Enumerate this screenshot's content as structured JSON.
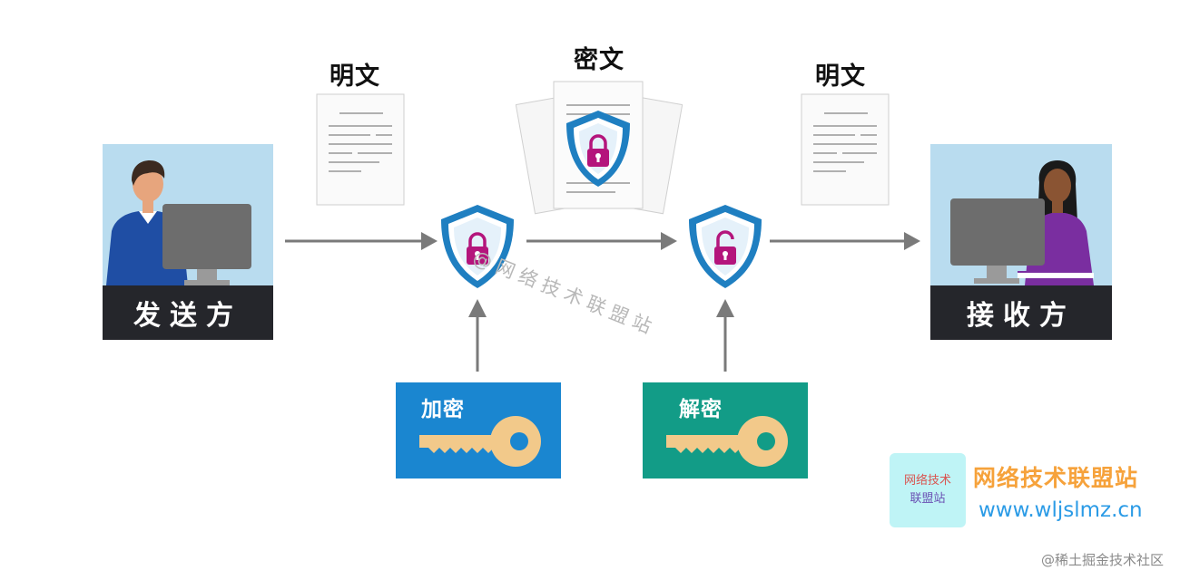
{
  "labels": {
    "plaintext_left": "明文",
    "ciphertext": "密文",
    "plaintext_right": "明文"
  },
  "sender": {
    "label": "发送方"
  },
  "receiver": {
    "label": "接收方"
  },
  "keys": {
    "encrypt": {
      "label": "加密",
      "color": "#1a86d0"
    },
    "decrypt": {
      "label": "解密",
      "color": "#129c87"
    }
  },
  "watermark": "@网络技术联盟站",
  "site": {
    "logo_lines": [
      "网络技术",
      "联盟站"
    ],
    "name": "网络技术联盟站",
    "url": "www.wljslmz.cn"
  },
  "credit": "@稀土掘金技术社区",
  "colors": {
    "shield_blue": "#1f7fc1",
    "lock_magenta": "#b4157c",
    "arrow_gray": "#7a7a7a",
    "party_bg": "#b9dcef",
    "party_bar": "#25262b"
  }
}
